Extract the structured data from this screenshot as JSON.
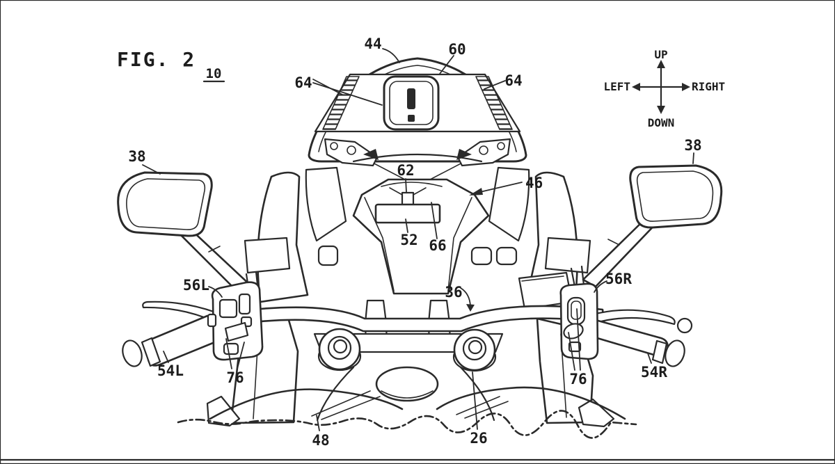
{
  "figure": {
    "title": "FIG. 2",
    "reference_number": "10"
  },
  "compass": {
    "up": "UP",
    "down": "DOWN",
    "left": "LEFT",
    "right": "RIGHT"
  },
  "warning_icon": {
    "symbol": "!"
  },
  "reference_labels": [
    {
      "text": "44"
    },
    {
      "text": "60"
    },
    {
      "text": "64"
    },
    {
      "text": "64"
    },
    {
      "text": "38"
    },
    {
      "text": "38"
    },
    {
      "text": "62"
    },
    {
      "text": "46"
    },
    {
      "text": "52"
    },
    {
      "text": "66"
    },
    {
      "text": "36"
    },
    {
      "text": "56L"
    },
    {
      "text": "56R"
    },
    {
      "text": "54L"
    },
    {
      "text": "54R"
    },
    {
      "text": "76"
    },
    {
      "text": "76"
    },
    {
      "text": "48"
    },
    {
      "text": "26"
    }
  ],
  "colors": {
    "line": "#2a2a2a",
    "background": "#ffffff",
    "footer_bar": "#d9d9d9"
  }
}
